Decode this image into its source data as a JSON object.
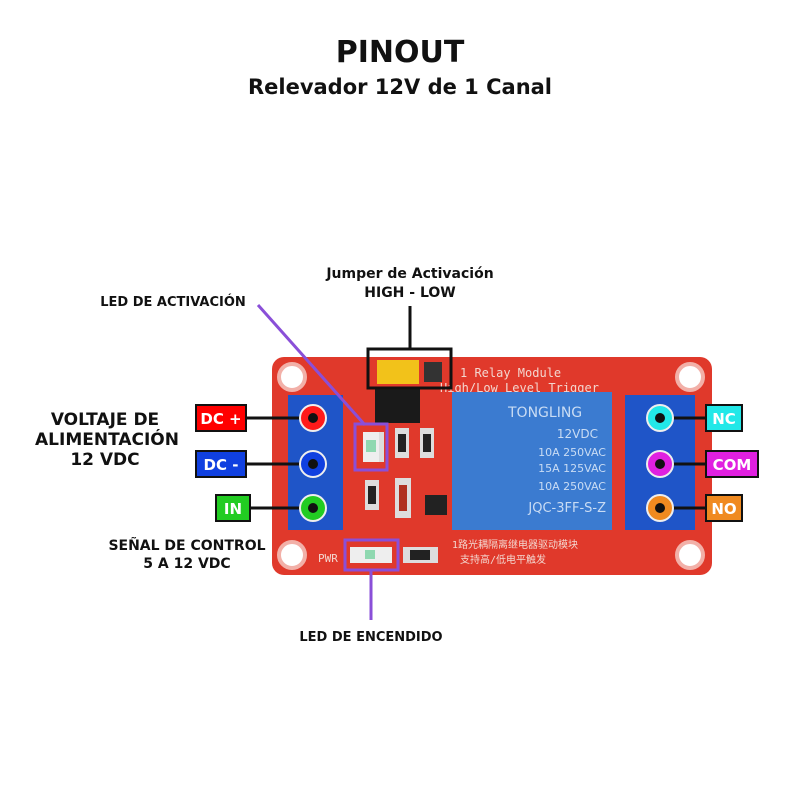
{
  "title": "PINOUT",
  "subtitle": "Relevador 12V de 1 Canal",
  "labels": {
    "jumper_line1": "Jumper de Activación",
    "jumper_line2": "HIGH - LOW",
    "led_activacion": "LED DE ACTIVACIÓN",
    "voltaje_line1": "VOLTAJE DE",
    "voltaje_line2": "ALIMENTACIÓN",
    "voltaje_line3": "12 VDC",
    "senal_line1": "SEÑAL DE CONTROL",
    "senal_line2": "5 A 12 VDC",
    "led_encendido": "LED DE ENCENDIDO"
  },
  "pins_left": [
    {
      "label": "DC +",
      "color": "#ff0000"
    },
    {
      "label": "DC -",
      "color": "#1040e0"
    },
    {
      "label": "IN",
      "color": "#22cc22"
    }
  ],
  "pins_right": [
    {
      "label": "NC",
      "color": "#22e8e8"
    },
    {
      "label": "COM",
      "color": "#e020e0"
    },
    {
      "label": "NO",
      "color": "#f08a20"
    }
  ],
  "board": {
    "module_line1": "1 Relay Module",
    "module_line2": "High/Low Level Trigger",
    "relay_brand": "TONGLING",
    "relay_voltage": "12VDC",
    "relay_rating1": "10A 250VAC",
    "relay_rating2": "15A 125VAC",
    "relay_rating3": "10A 250VAC",
    "relay_model": "JQC-3FF-S-Z",
    "chinese_line1": "1路光耦隔离继电器驱动模块",
    "chinese_line2": "支持高/低电平触发",
    "pwr": "PWR"
  },
  "colors": {
    "pcb": "#e0392b",
    "terminal": "#1f55c8",
    "relay": "#3b7bd0",
    "highlight": "#8a4fd8"
  }
}
